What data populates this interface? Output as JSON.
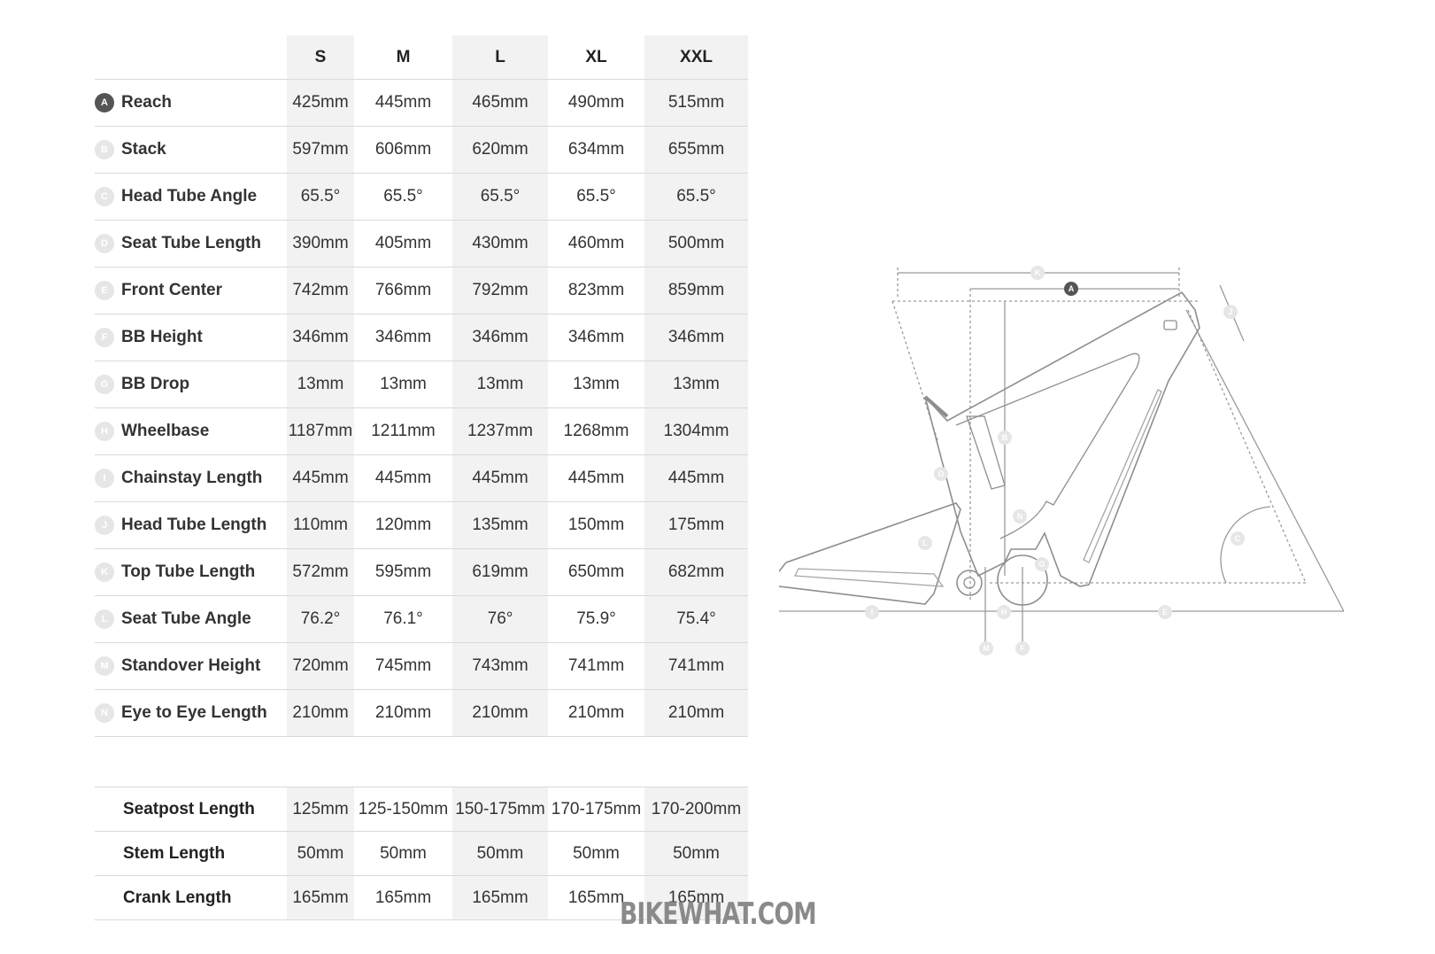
{
  "sizes": [
    "S",
    "M",
    "L",
    "XL",
    "XXL"
  ],
  "geometry": [
    {
      "letter": "A",
      "name": "Reach",
      "values": [
        "425mm",
        "445mm",
        "465mm",
        "490mm",
        "515mm"
      ]
    },
    {
      "letter": "B",
      "name": "Stack",
      "values": [
        "597mm",
        "606mm",
        "620mm",
        "634mm",
        "655mm"
      ]
    },
    {
      "letter": "C",
      "name": "Head Tube Angle",
      "values": [
        "65.5°",
        "65.5°",
        "65.5°",
        "65.5°",
        "65.5°"
      ]
    },
    {
      "letter": "D",
      "name": "Seat Tube Length",
      "values": [
        "390mm",
        "405mm",
        "430mm",
        "460mm",
        "500mm"
      ]
    },
    {
      "letter": "E",
      "name": "Front Center",
      "values": [
        "742mm",
        "766mm",
        "792mm",
        "823mm",
        "859mm"
      ]
    },
    {
      "letter": "F",
      "name": "BB Height",
      "values": [
        "346mm",
        "346mm",
        "346mm",
        "346mm",
        "346mm"
      ]
    },
    {
      "letter": "G",
      "name": "BB Drop",
      "values": [
        "13mm",
        "13mm",
        "13mm",
        "13mm",
        "13mm"
      ]
    },
    {
      "letter": "H",
      "name": "Wheelbase",
      "values": [
        "1187mm",
        "1211mm",
        "1237mm",
        "1268mm",
        "1304mm"
      ]
    },
    {
      "letter": "I",
      "name": "Chainstay Length",
      "values": [
        "445mm",
        "445mm",
        "445mm",
        "445mm",
        "445mm"
      ]
    },
    {
      "letter": "J",
      "name": "Head Tube Length",
      "values": [
        "110mm",
        "120mm",
        "135mm",
        "150mm",
        "175mm"
      ]
    },
    {
      "letter": "K",
      "name": "Top Tube Length",
      "values": [
        "572mm",
        "595mm",
        "619mm",
        "650mm",
        "682mm"
      ]
    },
    {
      "letter": "L",
      "name": "Seat Tube Angle",
      "values": [
        "76.2°",
        "76.1°",
        "76°",
        "75.9°",
        "75.4°"
      ]
    },
    {
      "letter": "M",
      "name": "Standover Height",
      "values": [
        "720mm",
        "745mm",
        "743mm",
        "741mm",
        "741mm"
      ]
    },
    {
      "letter": "N",
      "name": "Eye to Eye Length",
      "values": [
        "210mm",
        "210mm",
        "210mm",
        "210mm",
        "210mm"
      ]
    }
  ],
  "components": [
    {
      "name": "Seatpost Length",
      "values": [
        "125mm",
        "125-150mm",
        "150-175mm",
        "170-175mm",
        "170-200mm"
      ]
    },
    {
      "name": "Stem Length",
      "values": [
        "50mm",
        "50mm",
        "50mm",
        "50mm",
        "50mm"
      ]
    },
    {
      "name": "Crank Length",
      "values": [
        "165mm",
        "165mm",
        "165mm",
        "165mm",
        "165mm"
      ]
    }
  ],
  "diagram_letters": {
    "K": "K",
    "A": "A",
    "J": "J",
    "B": "B",
    "D": "D",
    "N": "N",
    "C": "C",
    "L": "L",
    "G": "G",
    "I": "I",
    "H": "H",
    "E": "E",
    "M": "M",
    "F": "F"
  },
  "watermark": "BIKEWHAT.COM",
  "colors": {
    "shade": "#f2f2f2",
    "rule": "#d9d9d9",
    "badge": "#e6e6e6",
    "badge_dark": "#555555"
  }
}
